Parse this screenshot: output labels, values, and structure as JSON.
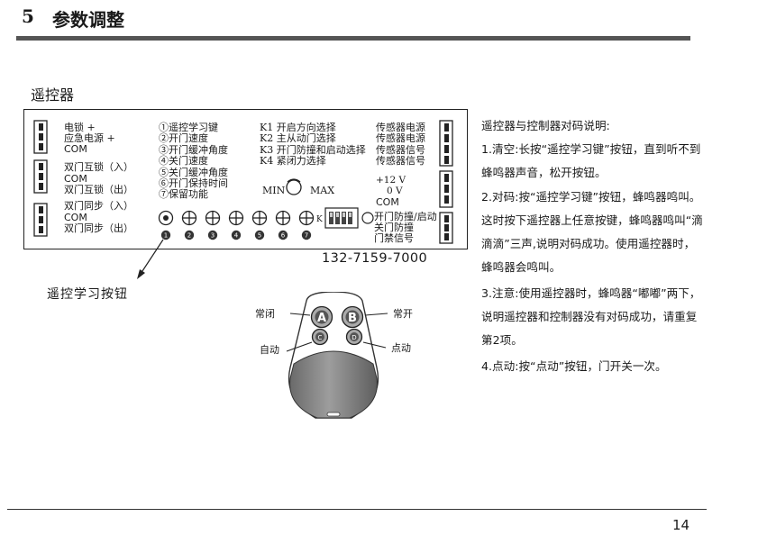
{
  "header": {
    "chapter_number": "5",
    "chapter_title": "参数调整"
  },
  "section_title": "遥控器",
  "board": {
    "left_terminals": [
      "电锁 +",
      "应急电源 +",
      "COM",
      "双门互锁（入）",
      "COM",
      "双门互锁（出）",
      "双门同步（入）",
      "COM",
      "双门同步（出）"
    ],
    "functions": [
      "①遥控学习键",
      "②开门速度",
      "③开门缓冲角度",
      "④关门速度",
      "⑤关门缓冲角度",
      "⑥开门保持时间",
      "⑦保留功能"
    ],
    "dip_labels": [
      "K1 开启方向选择",
      "K2 主从动门选择",
      "K3 开门防撞和启动选择",
      "K4 紧闭力选择"
    ],
    "knob_min": "MIN",
    "knob_max": "MAX",
    "dip_k": "K",
    "knob_numbers": [
      "1",
      "2",
      "3",
      "4",
      "5",
      "6",
      "7"
    ],
    "right_top_terminals": [
      "传感器电源",
      "传感器电源",
      "传感器信号",
      "传感器信号"
    ],
    "power_terminals": [
      "+12  V",
      "0  V",
      "COM"
    ],
    "extra_terminals": [
      "开门防撞/启动",
      "关门防撞",
      "门禁信号"
    ],
    "phone": "132-7159-7000"
  },
  "learn_button_label": "遥控学习按钮",
  "remote": {
    "label_close": "常闭",
    "label_open": "常开",
    "label_auto": "自动",
    "label_jog": "点动",
    "btn_a": "A",
    "btn_b": "B",
    "btn_c": "C",
    "btn_d": "D"
  },
  "instructions": {
    "title": "遥控器与控制器对码说明:",
    "lines": [
      "1.清空:长按“遥控学习键”按钮，直到听不到",
      "蜂鸣器声音，松开按钮。",
      "2.对码:按“遥控学习键”按钮，蜂鸣器鸣叫。",
      "这时按下遥控器上任意按键，蜂鸣器鸣叫“滴",
      "滴滴”三声,说明对码成功。使用遥控器时，",
      "蜂鸣器会鸣叫。",
      "3.注意:使用遥控器时，蜂鸣器“嘟嘟”两下，",
      "说明遥控器和控制器没有对码成功，请重复",
      "第2项。",
      "4.点动:按“点动”按钮，门开关一次。"
    ]
  },
  "page_number": "14"
}
